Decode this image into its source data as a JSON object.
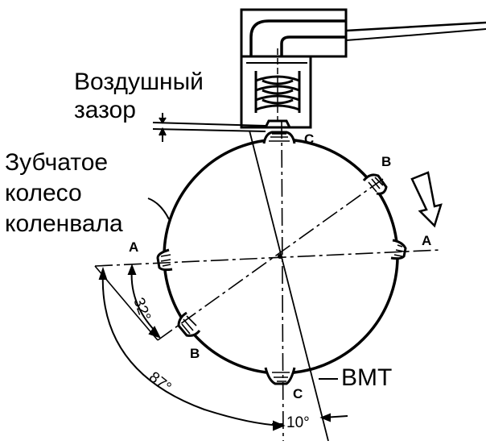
{
  "labels": {
    "air_gap_line1": "Воздушный",
    "air_gap_line2": "зазор",
    "wheel_line1": "Зубчатое",
    "wheel_line2": "колесо",
    "wheel_line3": "коленвала",
    "bmt": "ВМТ"
  },
  "tooth_marks": {
    "a_left": "A",
    "a_right": "A",
    "b_top_right": "B",
    "b_bottom_left": "B",
    "c_top": "C",
    "c_bottom": "C"
  },
  "angles": {
    "a32": "32°",
    "a87": "87°",
    "a10": "10°"
  },
  "colors": {
    "ink": "#000000",
    "paper": "#ffffff"
  }
}
